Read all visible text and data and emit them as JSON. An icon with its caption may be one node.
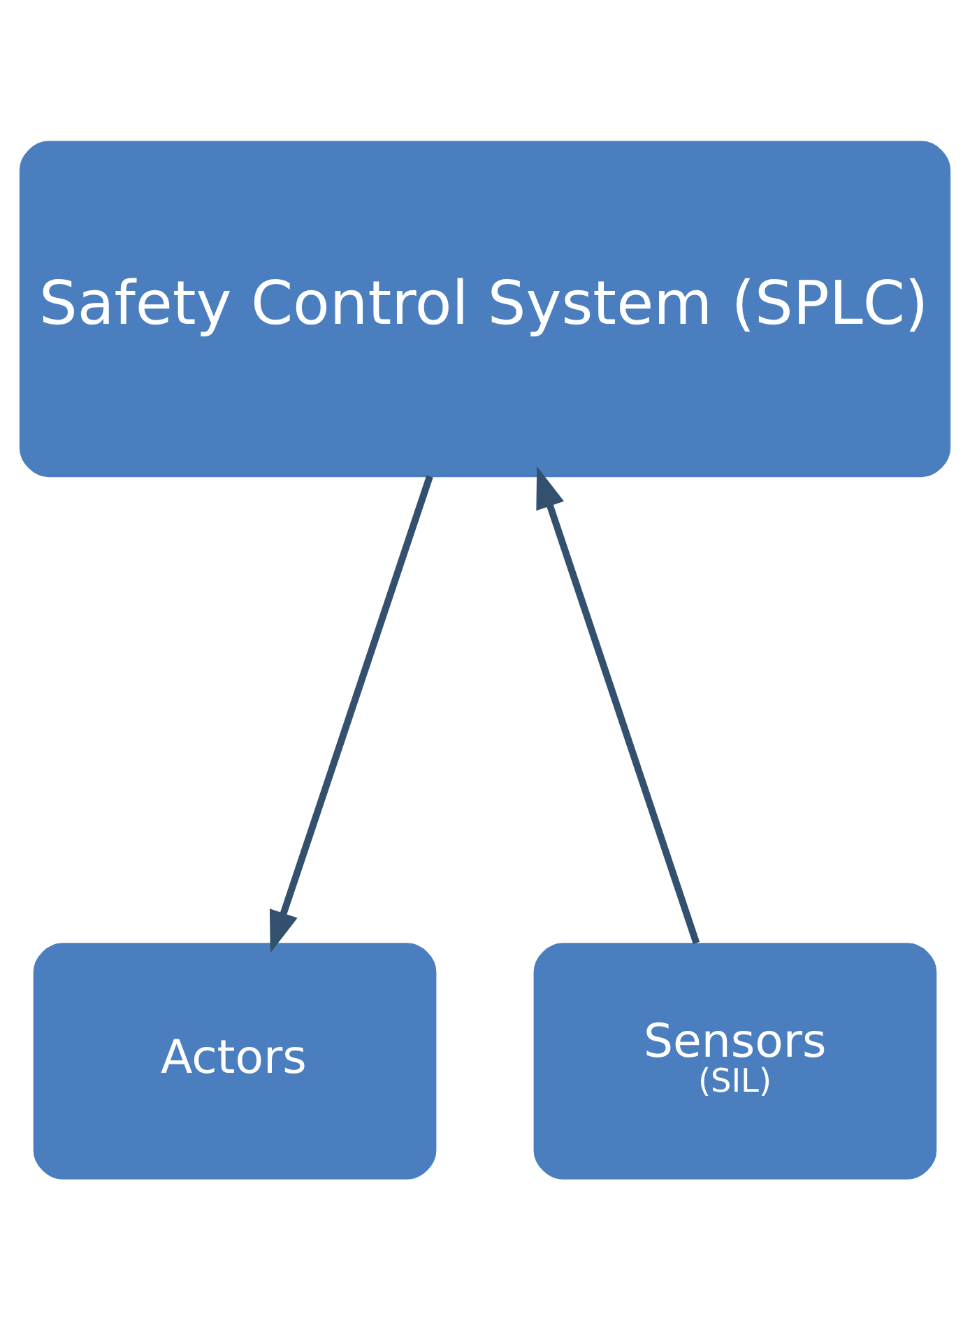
{
  "diagram": {
    "nodes": [
      {
        "text": [
          "Safety Control System (SPLC)"
        ]
      },
      {
        "text": [
          "Actors"
        ]
      },
      {
        "text": [
          "Sensors",
          "(SIL)"
        ]
      }
    ],
    "edges": [
      {
        "from": 0,
        "to": 1,
        "arrow": "to"
      },
      {
        "from": 2,
        "to": 0,
        "arrow": "to"
      }
    ]
  }
}
